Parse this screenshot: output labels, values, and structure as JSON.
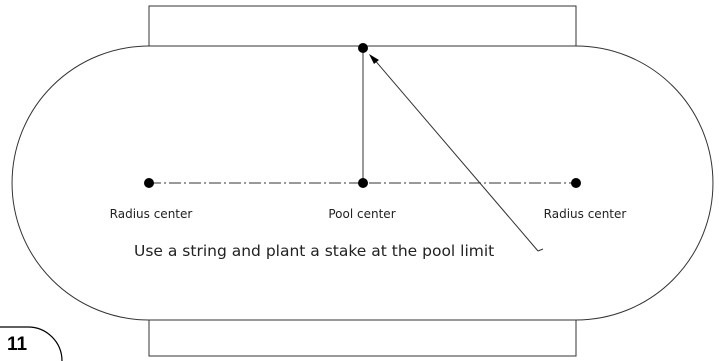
{
  "diagram": {
    "labels": {
      "radius_center_left": "Radius center",
      "pool_center": "Pool center",
      "radius_center_right": "Radius center"
    },
    "instruction": "Use a string and plant a stake at the pool limit",
    "step_number": "11",
    "colors": {
      "line": "#333333",
      "point": "#000000",
      "background": "#ffffff"
    }
  }
}
